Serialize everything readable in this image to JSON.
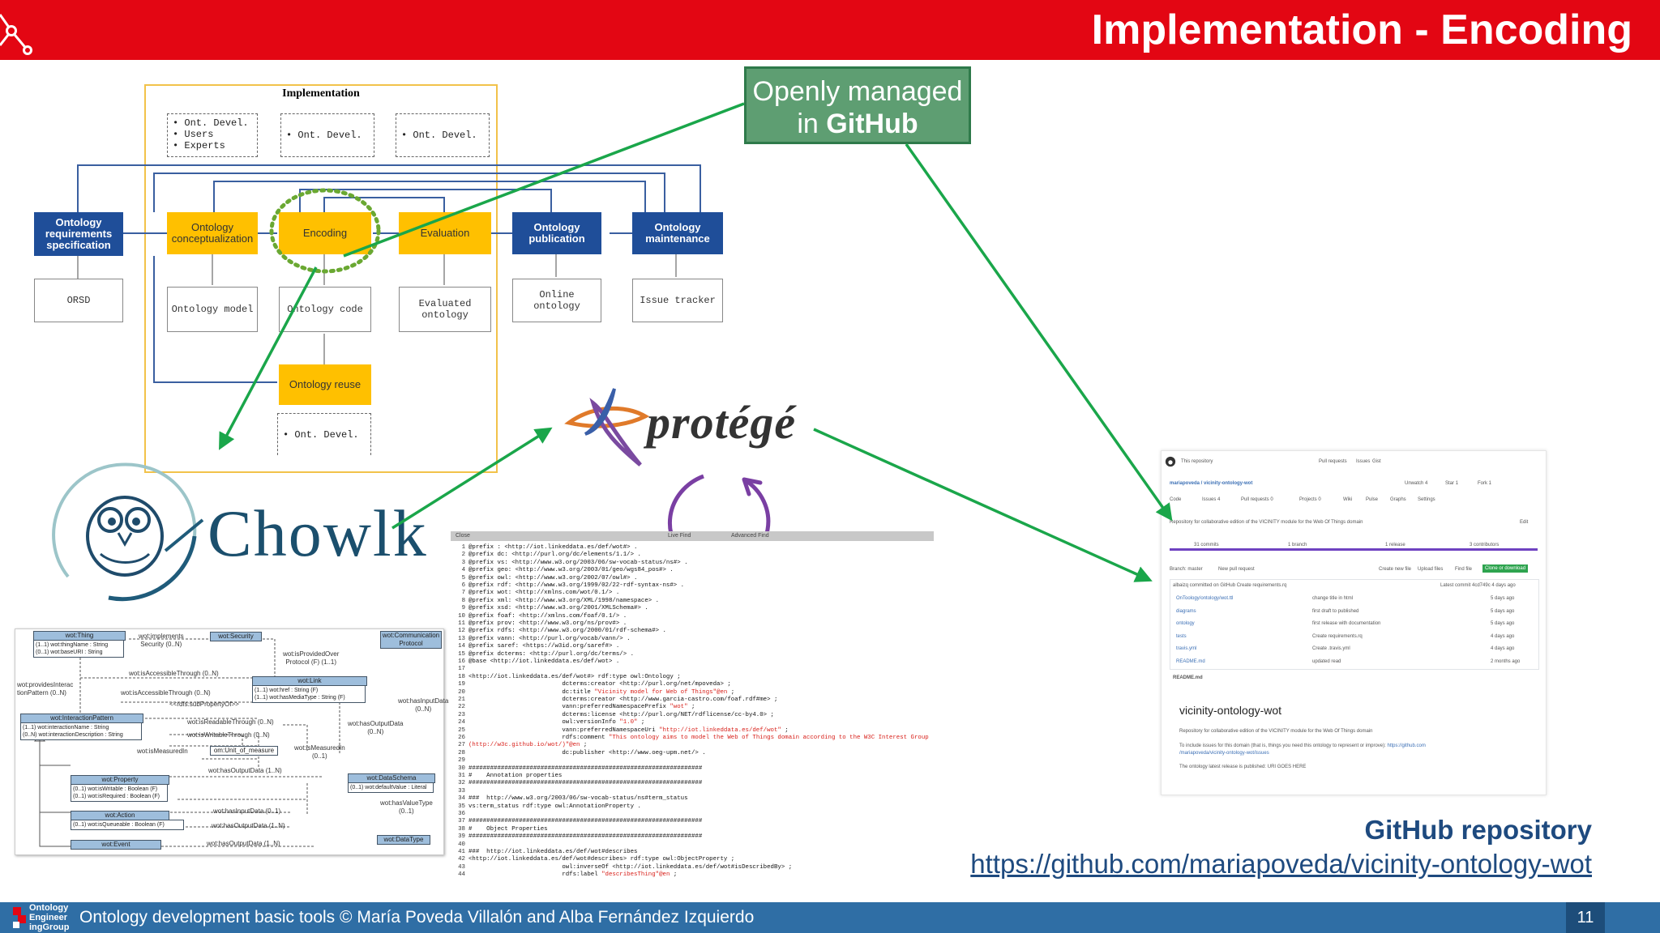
{
  "slide": {
    "title": "Implementation - Encoding",
    "footer": "Ontology development basic tools  © María Poveda Villalón  and Alba Fernández Izquierdo",
    "page_number": "11",
    "logo_lines": [
      "Ontology",
      "Engineer",
      "ingGroup"
    ]
  },
  "callout": {
    "line1": "Openly managed",
    "line2_prefix": "in ",
    "line2_bold": "GitHub"
  },
  "methodology": {
    "title": "Implementation",
    "dev_box_1": [
      "Ont. Devel.",
      "Users",
      "Experts"
    ],
    "dev_box_2": "Ont. Devel.",
    "dev_box_3": "Ont. Devel.",
    "dev_box_reuse": "Ont. Devel.",
    "phases": {
      "requirements": "Ontology requirements specification",
      "conceptualization": "Ontology conceptualization",
      "encoding": "Encoding",
      "evaluation": "Evaluation",
      "publication": "Ontology publication",
      "maintenance": "Ontology maintenance",
      "reuse": "Ontology reuse"
    },
    "outputs": {
      "orsd": "ORSD",
      "model": "Ontology model",
      "code": "Ontology code",
      "evaluated": "Evaluated ontology",
      "online": "Online ontology",
      "tracker": "Issue tracker"
    }
  },
  "tools": {
    "protege": "protégé",
    "chowlk": "Chowlk"
  },
  "uml": {
    "classes": {
      "thing": "wot:Thing",
      "security": "wot:Security",
      "comm": "wot:Communication Protocol",
      "link": "wot:Link",
      "interaction": "wot:InteractionPattern",
      "unit": "om:Unit_of_measure",
      "property": "wot:Property",
      "schema": "wot:DataSchema",
      "action": "wot:Action",
      "event": "wot:Event",
      "datatype": "wot:DataType"
    },
    "attrs": {
      "thing": "(1..1) wot:thingName : String\n(0..1) wot:baseURI : String",
      "link": "(1..1) wot:href : String (F)\n(1..1) wot:hasMediaType : String (F)",
      "interaction": "(1..1) wot:interactionName : String\n(0..N) wot:interactionDescription : String",
      "property": "(0..1) wot:isWritable : Boolean (F)\n(0..1) wot:isRequired : Boolean (F)",
      "schema": "(0..1) wot:defaultValue : Literal",
      "action": "(0..1) wot:isQueueable : Boolean (F)"
    },
    "labels": {
      "implements": "wot:implements\nSecurity (0..N)",
      "provided": "wot:isProvidedOver\nProtocol (F) (1..1)",
      "accessible1": "wot:isAccessibleThrough (0..N)",
      "accessible2": "wot:isAccessibleThrough (0..N)",
      "provides": "wot:providesInterac\ntionPattern (0..N)",
      "subprop": "<<rdfs:subPropertyOf>>",
      "readable": "wot:isReadableThrough (0..N)",
      "writable": "wot:isWritableThrough (0..N)",
      "hasinput1": "wot:hasInputData\n(0..N)",
      "hasoutput1": "wot:hasOutputData\n(0..N)",
      "measured1": "wot:isMeasuredIn",
      "measured2": "wot:isMeasuredIn\n(0..1)",
      "hasoutput2": "wot:hasOutputData (1..N)",
      "hasvalue": "wot:hasValueType\n(0..1)",
      "hasinput2": "wot:hasInputData (0..1)",
      "hasoutput3": "wot:hasOutputData (1..N)",
      "hasoutput4": "wot:hasOutputData (1..N)"
    }
  },
  "code_editor": {
    "toolbar": [
      "Close",
      "Live Find",
      "Advanced Find"
    ],
    "lines": [
      {
        "n": "1",
        "t": "@prefix : <http://iot.linkeddata.es/def/wot#> ."
      },
      {
        "n": "2",
        "t": "@prefix dc: <http://purl.org/dc/elements/1.1/> ."
      },
      {
        "n": "3",
        "t": "@prefix vs: <http://www.w3.org/2003/06/sw-vocab-status/ns#> ."
      },
      {
        "n": "4",
        "t": "@prefix geo: <http://www.w3.org/2003/01/geo/wgs84_pos#> ."
      },
      {
        "n": "5",
        "t": "@prefix owl: <http://www.w3.org/2002/07/owl#> ."
      },
      {
        "n": "6",
        "t": "@prefix rdf: <http://www.w3.org/1999/02/22-rdf-syntax-ns#> ."
      },
      {
        "n": "7",
        "t": "@prefix wot: <http://xmlns.com/wot/0.1/> ."
      },
      {
        "n": "8",
        "t": "@prefix xml: <http://www.w3.org/XML/1998/namespace> ."
      },
      {
        "n": "9",
        "t": "@prefix xsd: <http://www.w3.org/2001/XMLSchema#> ."
      },
      {
        "n": "10",
        "t": "@prefix foaf: <http://xmlns.com/foaf/0.1/> ."
      },
      {
        "n": "11",
        "t": "@prefix prov: <http://www.w3.org/ns/prov#> ."
      },
      {
        "n": "12",
        "t": "@prefix rdfs: <http://www.w3.org/2000/01/rdf-schema#> ."
      },
      {
        "n": "13",
        "t": "@prefix vann: <http://purl.org/vocab/vann/> ."
      },
      {
        "n": "14",
        "t": "@prefix saref: <https://w3id.org/saref#> ."
      },
      {
        "n": "15",
        "t": "@prefix dcterms: <http://purl.org/dc/terms/> ."
      },
      {
        "n": "16",
        "t": "@base <http://iot.linkeddata.es/def/wot> ."
      },
      {
        "n": "17",
        "t": ""
      },
      {
        "n": "18",
        "t": "<http://iot.linkeddata.es/def/wot#> rdf:type owl:Ontology ;"
      },
      {
        "n": "19",
        "t": "                          dcterms:creator <http://purl.org/net/mpoveda> ;"
      },
      {
        "n": "20",
        "t": "                          dc:title ",
        "s": "\"Vicinity model for Web of Things\"@en",
        "e": " ;"
      },
      {
        "n": "21",
        "t": "                          dcterms:creator <http://www.garcia-castro.com/foaf.rdf#me> ;"
      },
      {
        "n": "22",
        "t": "                          vann:preferredNamespacePrefix ",
        "s": "\"wot\"",
        "e": " ;"
      },
      {
        "n": "23",
        "t": "                          dcterms:license <http://purl.org/NET/rdflicense/cc-by4.0> ;"
      },
      {
        "n": "24",
        "t": "                          owl:versionInfo ",
        "s": "\"1.0\"",
        "e": " ;"
      },
      {
        "n": "25",
        "t": "                          vann:preferredNamespaceUri ",
        "s": "\"http://iot.linkeddata.es/def/wot\"",
        "e": " ;"
      },
      {
        "n": "26",
        "t": "                          rdfs:comment ",
        "s": "\"This ontology aims to model the Web of Things domain according to the W3C Interest Group",
        "e": ""
      },
      {
        "n": "27",
        "t": "",
        "s": "(http://w3c.github.io/wot/)\"@en",
        "e": " ;"
      },
      {
        "n": "28",
        "t": "                          dc:publisher <http://www.oeg-upm.net/> ."
      },
      {
        "n": "29",
        "t": ""
      },
      {
        "n": "30",
        "t": "#################################################################"
      },
      {
        "n": "31",
        "t": "#    Annotation properties"
      },
      {
        "n": "32",
        "t": "#################################################################"
      },
      {
        "n": "33",
        "t": ""
      },
      {
        "n": "34",
        "t": "###  http://www.w3.org/2003/06/sw-vocab-status/ns#term_status"
      },
      {
        "n": "35",
        "t": "vs:term_status rdf:type owl:AnnotationProperty ."
      },
      {
        "n": "36",
        "t": ""
      },
      {
        "n": "37",
        "t": "#################################################################"
      },
      {
        "n": "38",
        "t": "#    Object Properties"
      },
      {
        "n": "39",
        "t": "#################################################################"
      },
      {
        "n": "40",
        "t": ""
      },
      {
        "n": "41",
        "t": "###  http://iot.linkeddata.es/def/wot#describes"
      },
      {
        "n": "42",
        "t": "<http://iot.linkeddata.es/def/wot#describes> rdf:type owl:ObjectProperty ;"
      },
      {
        "n": "43",
        "t": "                          owl:inverseOf <http://iot.linkeddata.es/def/wot#isDescribedBy> ;"
      },
      {
        "n": "44",
        "t": "                          rdfs:label ",
        "s": "\"describesThing\"@en",
        "e": " ;"
      }
    ]
  },
  "github_shot": {
    "search": "This repository",
    "nav": [
      "Pull requests",
      "Issues",
      "Gist"
    ],
    "repo": "mariapoveda / vicinity-ontology-wot",
    "actions": [
      "Unwatch",
      "4",
      "Star",
      "1",
      "Fork",
      "1"
    ],
    "tabs": [
      "Code",
      "Issues 4",
      "Pull requests 0",
      "Projects 0",
      "Wiki",
      "Pulse",
      "Graphs",
      "Settings"
    ],
    "description": "Repository for collaborative edition of the VICINITY module for the Web Of Things domain",
    "edit": "Edit",
    "stats": [
      "31 commits",
      "1 branch",
      "1 release",
      "3 contributors"
    ],
    "branch": "Branch: master",
    "new_pr": "New pull request",
    "file_actions": [
      "Create new file",
      "Upload files",
      "Find file",
      "Clone or download"
    ],
    "commit": "albaizq committed on GitHub Create requirements.rq",
    "latest": "Latest commit 4cd749c 4 days ago",
    "files": [
      {
        "name": "OnToology/ontology/wot.ttl",
        "msg": "change title in html",
        "age": "5 days ago"
      },
      {
        "name": "diagrams",
        "msg": "first draft to published",
        "age": "5 days ago"
      },
      {
        "name": "ontology",
        "msg": "first release with documentation",
        "age": "5 days ago"
      },
      {
        "name": "tests",
        "msg": "Create requirements.rq",
        "age": "4 days ago"
      },
      {
        "name": "travis.yml",
        "msg": "Create .travis.yml",
        "age": "4 days ago"
      },
      {
        "name": "README.md",
        "msg": "updated read",
        "age": "2 months ago"
      }
    ],
    "readme_header": "README.md",
    "readme_title": "vicinity-ontology-wot",
    "readme_p1": "Repository for collaborative edition of the VICINITY module for the Web Of Things domain",
    "readme_p2": "To include issues for this domain (that is, things you need this ontology to represent or improve):",
    "readme_link1": "https://github.com",
    "readme_link2": "/mariapoveda/vicinity-ontology-wot/issues",
    "readme_p3": "The ontology latest release is published: URI GOES HERE"
  },
  "repo": {
    "label": "GitHub repository",
    "url": "https://github.com/mariapoveda/vicinity-ontology-wot"
  },
  "colors": {
    "header": "#e30613",
    "footer": "#2f6ea5",
    "arrows": "#1aa64a",
    "callout": "#5e9e72",
    "phase_blue": "#1f4e99",
    "phase_yellow": "#ffc000",
    "cycle": "#7a3fa3"
  },
  "icons": [
    "red-network-corner-icon",
    "oeg-logo-icon",
    "protege-logo-icon",
    "chowlk-owl-logo-icon",
    "cycle-arrows-icon",
    "github-octocat-icon"
  ]
}
